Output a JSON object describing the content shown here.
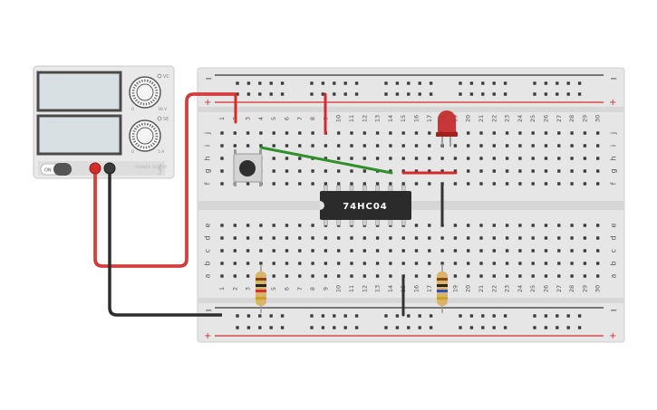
{
  "power_supply": {
    "voltage_knob_label": "VC",
    "current_knob_label": "SE",
    "voltage_scale_min": "0",
    "voltage_scale_max": "30 V",
    "current_scale_min": "0",
    "current_scale_max": "5 A",
    "on_label": "ON",
    "brand_text": "POWER SUPPLY"
  },
  "breadboard": {
    "columns": [
      "1",
      "2",
      "3",
      "4",
      "5",
      "6",
      "7",
      "8",
      "9",
      "10",
      "11",
      "12",
      "13",
      "14",
      "15",
      "16",
      "17",
      "18",
      "19",
      "20",
      "21",
      "22",
      "23",
      "24",
      "25",
      "26",
      "27",
      "28",
      "29",
      "30"
    ],
    "rows_top": [
      "j",
      "i",
      "h",
      "g",
      "f"
    ],
    "rows_bottom": [
      "e",
      "d",
      "c",
      "b",
      "a"
    ],
    "rail_minus": "−",
    "rail_plus": "+"
  },
  "chip": {
    "label": "74HC04"
  },
  "colors": {
    "wire_red": "#d62b2b",
    "wire_black": "#333333",
    "wire_green": "#3aa935",
    "rail_red": "#d32f2f",
    "led_red": "#c62828"
  }
}
